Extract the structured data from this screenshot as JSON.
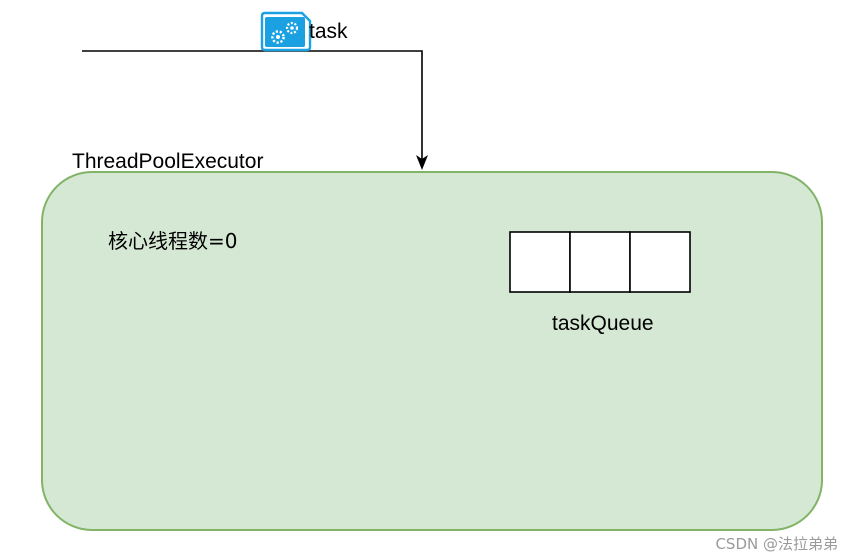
{
  "task": {
    "label": "task",
    "icon": "gears-icon",
    "icon_color": "#1BA1E2"
  },
  "executor": {
    "label": "ThreadPoolExecutor",
    "fill": "#D5E8D4",
    "stroke": "#82B366"
  },
  "core_threads": {
    "label": "核心线程数=0"
  },
  "task_queue": {
    "label": "taskQueue",
    "slot_count": 3
  },
  "watermark": {
    "text": "CSDN @法拉弟弟"
  }
}
